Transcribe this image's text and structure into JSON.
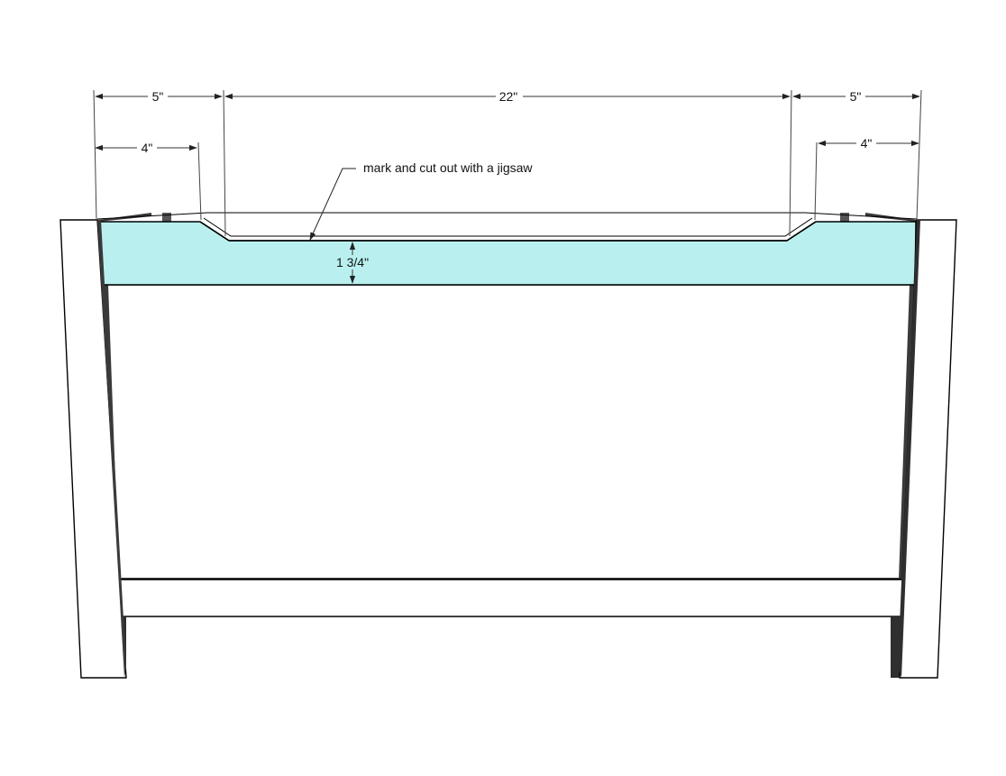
{
  "dimensions": {
    "left_outer": "5\"",
    "left_inner": "4\"",
    "center": "22\"",
    "right_outer": "5\"",
    "right_inner": "4\"",
    "rail_height": "1 3/4\""
  },
  "annotation": "mark and cut out with a jigsaw",
  "colors": {
    "highlight_board": "#b9f0ef",
    "panel": "#ffffff",
    "shadow": "#3a3a3a",
    "line": "#000000"
  }
}
